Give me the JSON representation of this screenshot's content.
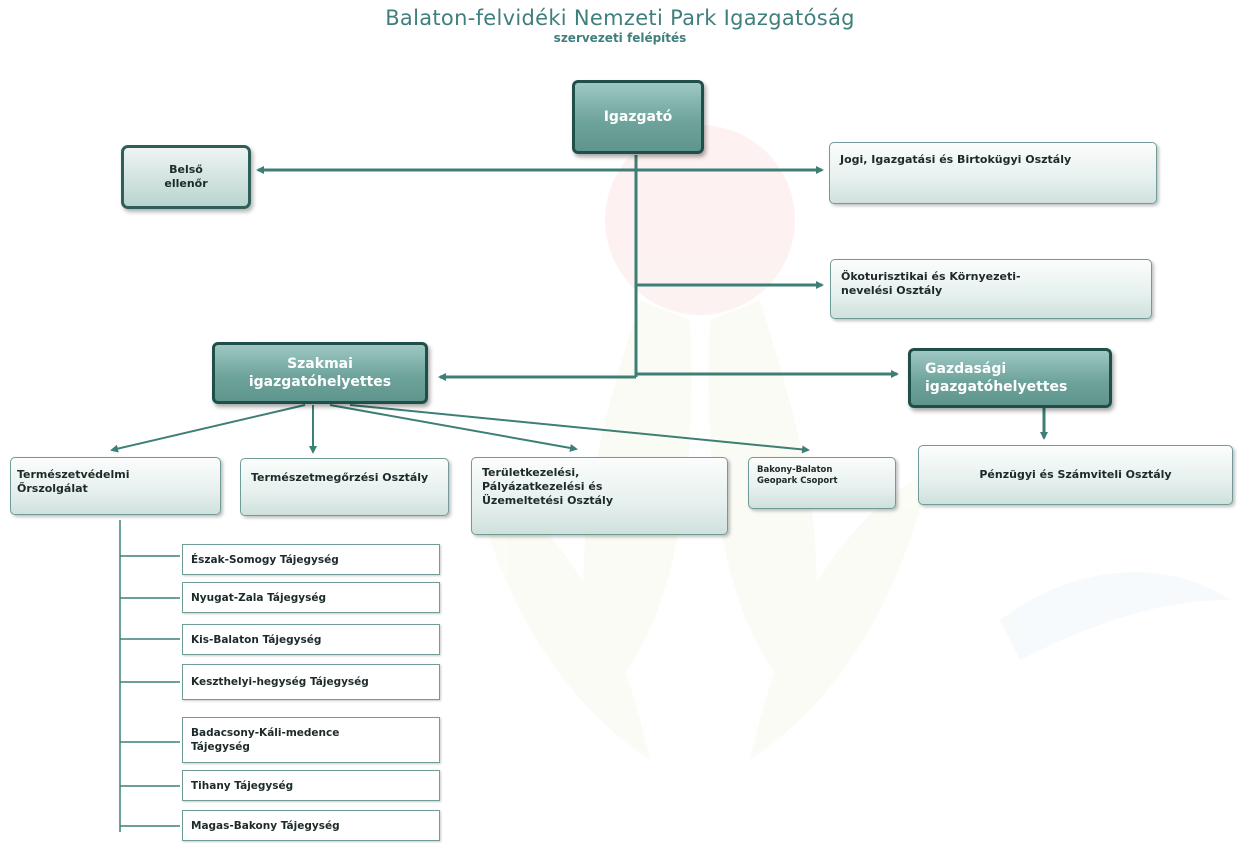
{
  "title": "Balaton-felvidéki Nemzeti Park Igazgatóság",
  "subtitle": "szervezeti felépítés",
  "colors": {
    "primary": "#6fa49c",
    "border_dark": "#1f4f48",
    "connector": "#3d7f75",
    "title": "#3f7f7d"
  },
  "nodes": {
    "igazgato": "Igazgató",
    "belso_ellenor": "Belső ellenőr",
    "jogi": "Jogi, Igazgatási és Birtokügyi Osztály",
    "okoturisztikai": "Ökoturisztikai és Környezeti-nevelési Osztály",
    "szakmai": "Szakmai igazgatóhelyettes",
    "gazdasagi": "Gazdasági igazgatóhelyettes",
    "penzugyi": "Pénzügyi és Számviteli Osztály",
    "termeszetvedelmi": "Természetvédelmi Őrszolgálat",
    "termeszetmegorzesi": "Természetmegőrzési Osztály",
    "teruletkezelesi": "Területkezelési, Pályázatkezelési és Üzemeltetési Osztály",
    "geopark": "Bakony-Balaton Geopark Csoport"
  },
  "tajegysegek": [
    "Észak-Somogy Tájegység",
    "Nyugat-Zala Tájegység",
    "Kis-Balaton Tájegység",
    "Keszthelyi-hegység Tájegység",
    "Badacsony-Káli-medence Tájegység",
    "Tihany Tájegység",
    "Magas-Bakony Tájegység"
  ]
}
